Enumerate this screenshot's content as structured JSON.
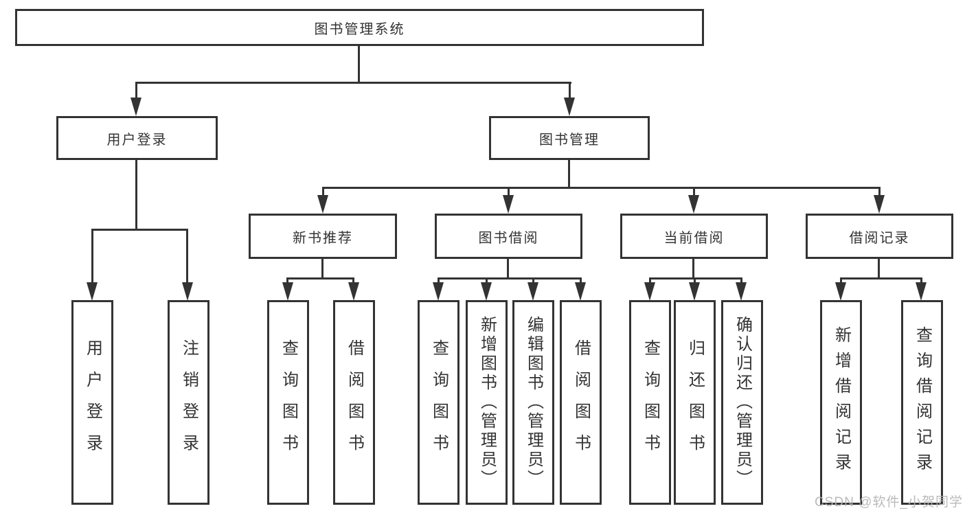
{
  "diagram_title": "图书管理系统",
  "tree": {
    "root": {
      "label": "图书管理系统"
    },
    "branches": [
      {
        "label": "用户登录",
        "children": [
          {
            "label": "用户登录"
          },
          {
            "label": "注销登录"
          }
        ]
      },
      {
        "label": "图书管理",
        "children": [
          {
            "label": "新书推荐",
            "children": [
              {
                "label": "查询图书"
              },
              {
                "label": "借阅图书"
              }
            ]
          },
          {
            "label": "图书借阅",
            "children": [
              {
                "label": "查询图书"
              },
              {
                "label": "新增图书（管理员）"
              },
              {
                "label": "编辑图书（管理员）"
              },
              {
                "label": "借阅图书"
              }
            ]
          },
          {
            "label": "当前借阅",
            "children": [
              {
                "label": "查询图书"
              },
              {
                "label": "归还图书"
              },
              {
                "label": "确认归还（管理员）"
              }
            ]
          },
          {
            "label": "借阅记录",
            "children": [
              {
                "label": "新增借阅记录"
              },
              {
                "label": "查询借阅记录"
              }
            ]
          }
        ]
      }
    ]
  },
  "watermark": {
    "text": "CSDN @软件_小贺同学"
  },
  "colors": {
    "line": "#333333",
    "box_border": "#333333",
    "box_background": "#ffffff",
    "text": "#333333",
    "watermark": "#b5b5b5"
  }
}
